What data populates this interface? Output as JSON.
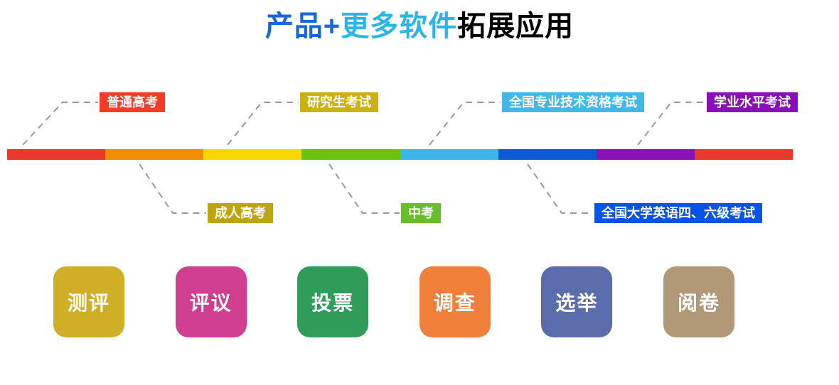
{
  "title": {
    "part1": "产品+",
    "part2": "更多软件",
    "part3": "拓展应用",
    "colors": {
      "part1": "#1a66d9",
      "part2": "#2ab4e8",
      "part3": "#000000"
    }
  },
  "timeline": {
    "segments": [
      {
        "name": "segment-red",
        "color": "#e9392a"
      },
      {
        "name": "segment-orange",
        "color": "#f18d00"
      },
      {
        "name": "segment-yellow",
        "color": "#f8d800"
      },
      {
        "name": "segment-green",
        "color": "#6ac40e"
      },
      {
        "name": "segment-cyan",
        "color": "#3db5e6"
      },
      {
        "name": "segment-blue",
        "color": "#0d5ad4"
      },
      {
        "name": "segment-purple",
        "color": "#8812b4"
      },
      {
        "name": "segment-red-2",
        "color": "#e9392a"
      }
    ],
    "top_labels": [
      {
        "label": "普通高考",
        "color": "#f23c28"
      },
      {
        "label": "研究生考试",
        "color": "#ccb113"
      },
      {
        "label": "全国专业技术资格考试",
        "color": "#41b8e8"
      },
      {
        "label": "学业水平考试",
        "color": "#8a0fb8"
      }
    ],
    "bottom_labels": [
      {
        "label": "成人高考",
        "color": "#bda512"
      },
      {
        "label": "中考",
        "color": "#67bd2a"
      },
      {
        "label": "全国大学英语四、六级考试",
        "color": "#0653e8"
      }
    ]
  },
  "apps": [
    {
      "label": "测评",
      "color": "#d0ae25"
    },
    {
      "label": "评议",
      "color": "#cf3e8f"
    },
    {
      "label": "投票",
      "color": "#2f9c59"
    },
    {
      "label": "调查",
      "color": "#f07f3c"
    },
    {
      "label": "选举",
      "color": "#5b6cad"
    },
    {
      "label": "阅卷",
      "color": "#b19877"
    }
  ],
  "line_color": "#999999"
}
